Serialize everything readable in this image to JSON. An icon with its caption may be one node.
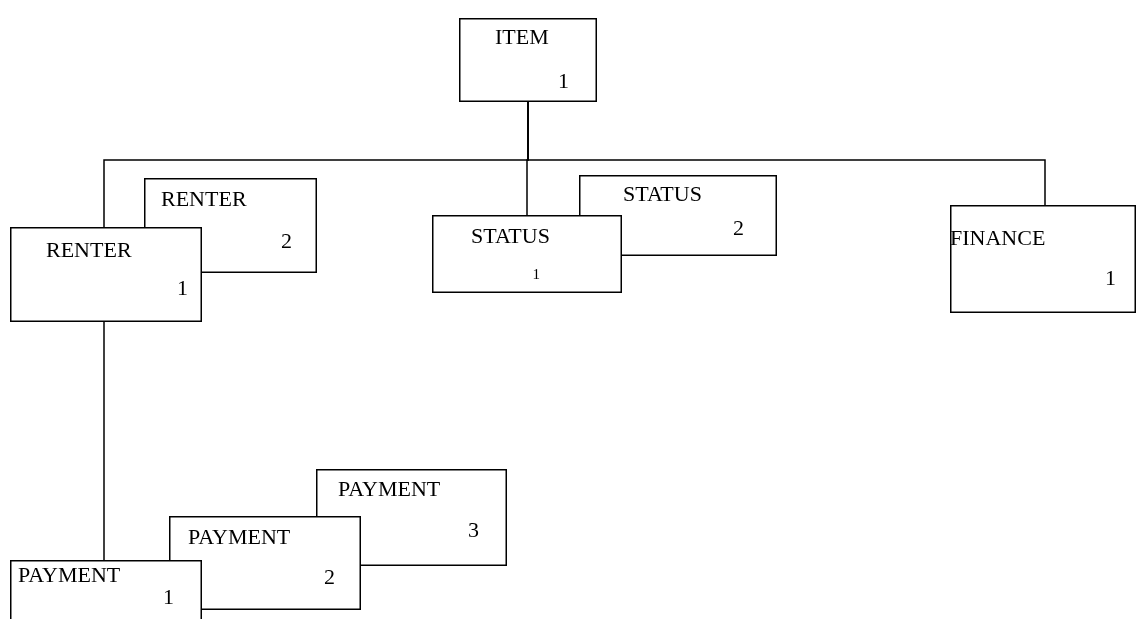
{
  "diagram": {
    "nodes": [
      {
        "text": [
          "ITEM",
          "1"
        ]
      },
      {
        "text": [
          "RENTER",
          "2"
        ]
      },
      {
        "text": [
          "RENTER",
          "1"
        ]
      },
      {
        "text": [
          "STATUS",
          "2"
        ]
      },
      {
        "text": [
          "STATUS",
          "1"
        ]
      },
      {
        "text": [
          "FINANCE",
          "1"
        ]
      },
      {
        "text": [
          "PAYMENT",
          "3"
        ]
      },
      {
        "text": [
          "PAYMENT",
          "2"
        ]
      },
      {
        "text": [
          "PAYMENT",
          "1"
        ]
      }
    ],
    "edges": [
      {
        "from": 0,
        "to": 2,
        "arrow": "none"
      },
      {
        "from": 0,
        "to": 4,
        "arrow": "none"
      },
      {
        "from": 0,
        "to": 5,
        "arrow": "none"
      },
      {
        "from": 2,
        "to": 8,
        "arrow": "none"
      }
    ]
  }
}
